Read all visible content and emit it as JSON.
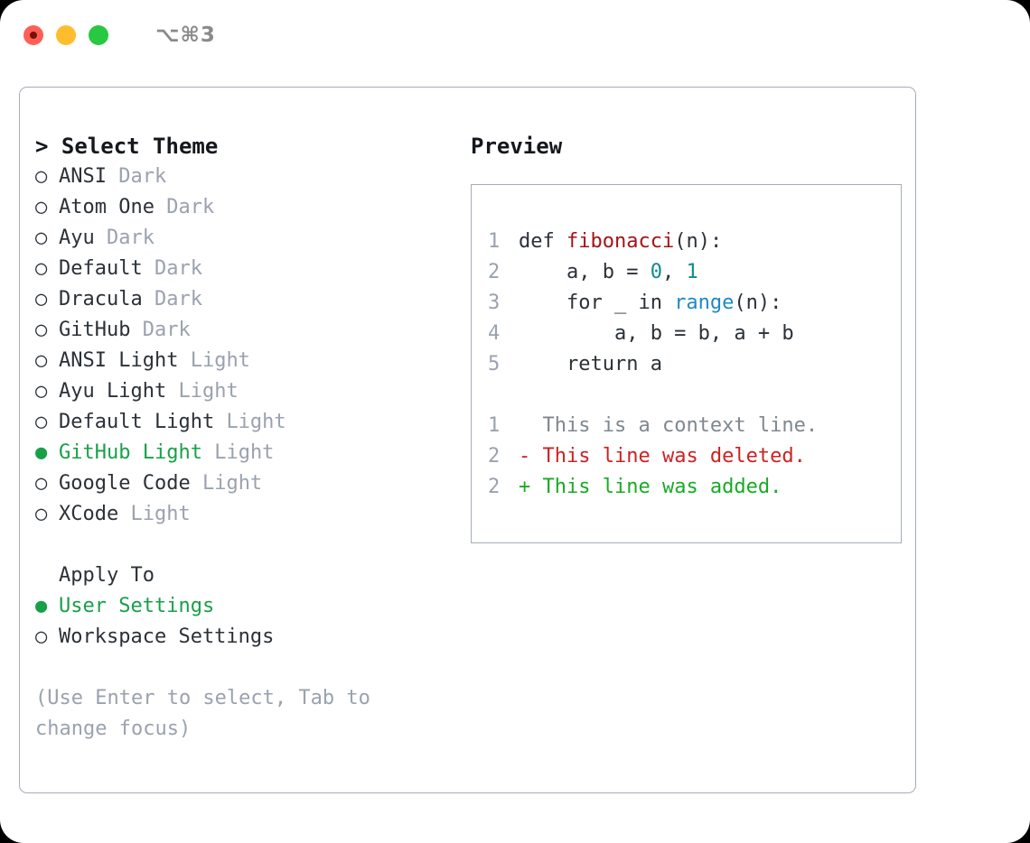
{
  "titlebar": {
    "shortcut": "⌥⌘3",
    "lights": [
      {
        "name": "close",
        "color": "#ff5f57"
      },
      {
        "name": "minimize",
        "color": "#ffbd2e"
      },
      {
        "name": "zoom",
        "color": "#28c840"
      }
    ]
  },
  "left": {
    "prompt": "> ",
    "heading": "Select Theme",
    "themes": [
      {
        "marker": "○",
        "name": "ANSI",
        "variant": "Dark",
        "selected": false
      },
      {
        "marker": "○",
        "name": "Atom One",
        "variant": "Dark",
        "selected": false
      },
      {
        "marker": "○",
        "name": "Ayu",
        "variant": "Dark",
        "selected": false
      },
      {
        "marker": "○",
        "name": "Default",
        "variant": "Dark",
        "selected": false
      },
      {
        "marker": "○",
        "name": "Dracula",
        "variant": "Dark",
        "selected": false
      },
      {
        "marker": "○",
        "name": "GitHub",
        "variant": "Dark",
        "selected": false
      },
      {
        "marker": "○",
        "name": "ANSI Light",
        "variant": "Light",
        "selected": false
      },
      {
        "marker": "○",
        "name": "Ayu Light",
        "variant": "Light",
        "selected": false
      },
      {
        "marker": "○",
        "name": "Default Light",
        "variant": "Light",
        "selected": false
      },
      {
        "marker": "●",
        "name": "GitHub Light",
        "variant": "Light",
        "selected": true
      },
      {
        "marker": "○",
        "name": "Google Code",
        "variant": "Light",
        "selected": false
      },
      {
        "marker": "○",
        "name": "XCode",
        "variant": "Light",
        "selected": false
      }
    ],
    "apply_to": {
      "heading": "Apply To",
      "options": [
        {
          "marker": "●",
          "label": "User Settings",
          "selected": true
        },
        {
          "marker": "○",
          "label": "Workspace Settings",
          "selected": false
        }
      ]
    },
    "hint": "(Use Enter to select, Tab to change focus)"
  },
  "right": {
    "heading": "Preview",
    "code_lines": [
      {
        "number": "1",
        "tokens": [
          {
            "text": "def ",
            "kind": "kw"
          },
          {
            "text": "fibonacci",
            "kind": "fn"
          },
          {
            "text": "(n):",
            "kind": "pun"
          }
        ]
      },
      {
        "number": "2",
        "tokens": [
          {
            "text": "    a, b = ",
            "kind": "kw"
          },
          {
            "text": "0",
            "kind": "num"
          },
          {
            "text": ", ",
            "kind": "pun"
          },
          {
            "text": "1",
            "kind": "num"
          }
        ]
      },
      {
        "number": "3",
        "tokens": [
          {
            "text": "    for _ in ",
            "kind": "kw"
          },
          {
            "text": "range",
            "kind": "call"
          },
          {
            "text": "(n):",
            "kind": "pun"
          }
        ]
      },
      {
        "number": "4",
        "tokens": [
          {
            "text": "        a, b = b, a + b",
            "kind": "kw"
          }
        ]
      },
      {
        "number": "5",
        "tokens": [
          {
            "text": "    return a",
            "kind": "kw"
          }
        ]
      }
    ],
    "diff_lines": [
      {
        "number": "1",
        "sign": "  ",
        "text": "This is a context line.",
        "kind": "ctx"
      },
      {
        "number": "2",
        "sign": "- ",
        "text": "This line was deleted.",
        "kind": "del"
      },
      {
        "number": "2",
        "sign": "+ ",
        "text": "This line was added.",
        "kind": "add"
      }
    ]
  },
  "colors": {
    "accent_green": "#18a048",
    "muted": "#9aa2af",
    "border": "#a5adba",
    "code_function": "#a31515",
    "code_call": "#1e88c7",
    "code_number": "#0f8b8b",
    "diff_delete": "#cc2222",
    "diff_add": "#1aaa25"
  }
}
